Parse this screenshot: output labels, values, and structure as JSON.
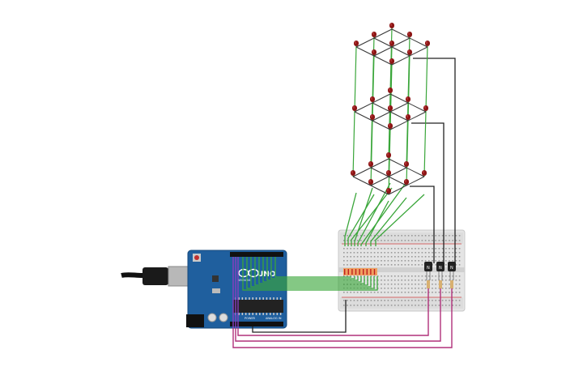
{
  "board": {
    "logo_text": "UNO",
    "brand_text": "ARDUINO",
    "power_label": "POWER",
    "analog_label": "ANALOG IN"
  },
  "cube": {
    "layers": 3,
    "leds_per_layer": 9,
    "led_color": "#8c1515",
    "wire_color": "#3aa63a"
  },
  "transistors": {
    "count": 3,
    "label": "N"
  },
  "colors": {
    "board": "#1f5f9e",
    "breadboard": "#e6e6e6",
    "green_wire": "#3aa63a",
    "magenta_wire": "#b0307a",
    "black_wire": "#222222",
    "purple_wire": "#8a3cc0",
    "led_red": "#8c1515"
  }
}
